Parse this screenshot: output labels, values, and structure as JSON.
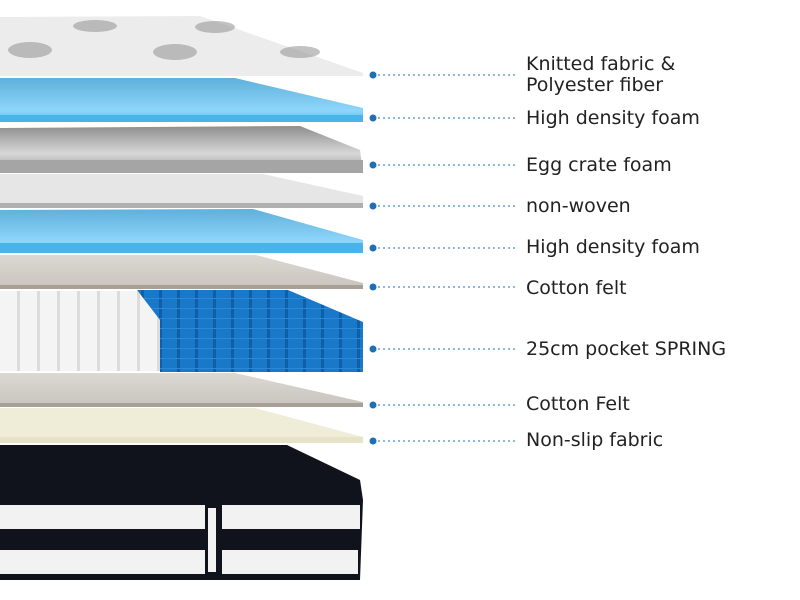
{
  "accent_color": "#1f6fb5",
  "layers": [
    {
      "label": "Knitted fabric &\nPolyester fiber"
    },
    {
      "label": "High density foam"
    },
    {
      "label": "Egg crate foam"
    },
    {
      "label": "non-woven"
    },
    {
      "label": "High density foam"
    },
    {
      "label": "Cotton felt"
    },
    {
      "label": "25cm pocket SPRING"
    },
    {
      "label": "Cotton Felt"
    },
    {
      "label": "Non-slip fabric"
    }
  ]
}
